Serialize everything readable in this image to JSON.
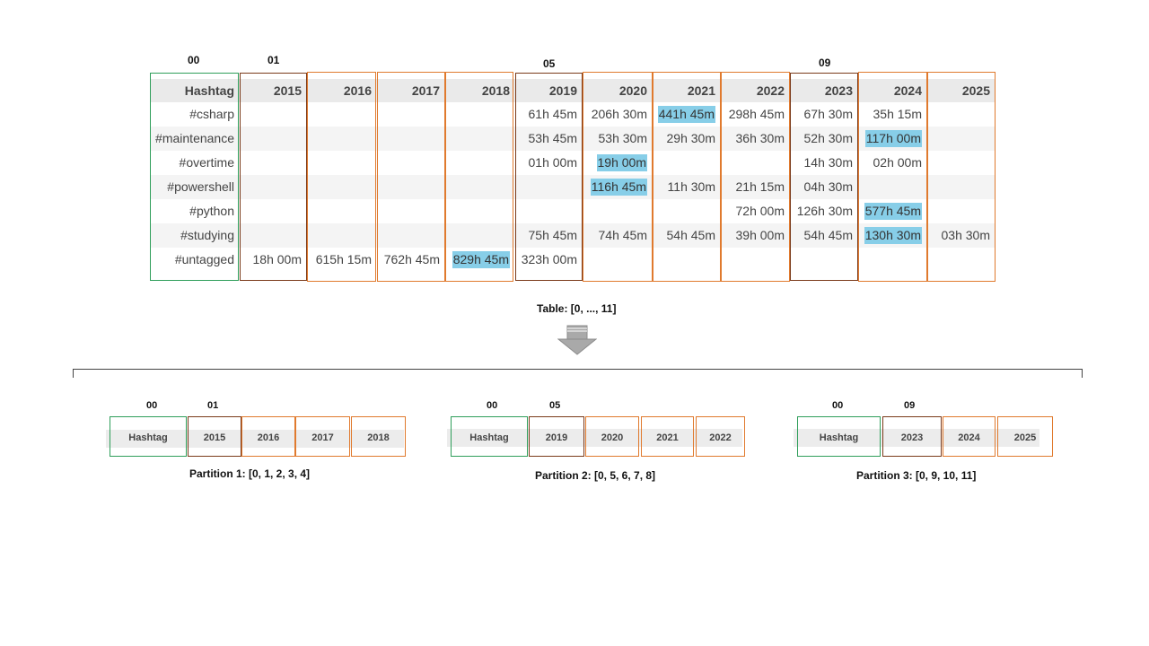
{
  "table": {
    "headers": [
      "Hashtag",
      "2015",
      "2016",
      "2017",
      "2018",
      "2019",
      "2020",
      "2021",
      "2022",
      "2023",
      "2024",
      "2025"
    ],
    "rows": [
      [
        "#csharp",
        "",
        "",
        "",
        "",
        "61h 45m",
        "206h 30m",
        "441h 45m",
        "298h 45m",
        "67h 30m",
        "35h 15m",
        ""
      ],
      [
        "#maintenance",
        "",
        "",
        "",
        "",
        "53h 45m",
        "53h 30m",
        "29h 30m",
        "36h 30m",
        "52h 30m",
        "117h 00m",
        ""
      ],
      [
        "#overtime",
        "",
        "",
        "",
        "",
        "01h 00m",
        "19h 00m",
        "",
        "",
        "14h 30m",
        "02h 00m",
        ""
      ],
      [
        "#powershell",
        "",
        "",
        "",
        "",
        "",
        "116h 45m",
        "11h 30m",
        "21h 15m",
        "04h 30m",
        "",
        ""
      ],
      [
        "#python",
        "",
        "",
        "",
        "",
        "",
        "",
        "",
        "72h 00m",
        "126h 30m",
        "577h 45m",
        ""
      ],
      [
        "#studying",
        "",
        "",
        "",
        "",
        "75h 45m",
        "74h 45m",
        "54h 45m",
        "39h 00m",
        "54h 45m",
        "130h 30m",
        "03h 30m"
      ],
      [
        "#untagged",
        "18h 00m",
        "615h 15m",
        "762h 45m",
        "829h 45m",
        "323h 00m",
        "",
        "",
        "",
        "",
        "",
        ""
      ]
    ],
    "highlighted": [
      [
        0,
        7
      ],
      [
        1,
        10
      ],
      [
        2,
        6
      ],
      [
        3,
        6
      ],
      [
        4,
        10
      ],
      [
        5,
        10
      ],
      [
        6,
        4
      ]
    ],
    "index_labels": [
      "00",
      "01",
      "05",
      "09"
    ],
    "caption": "Table: [0, ..., 11]"
  },
  "partitions": [
    {
      "index_labels": [
        "00",
        "01"
      ],
      "headers": [
        "Hashtag",
        "2015",
        "2016",
        "2017",
        "2018"
      ],
      "caption": "Partition 1: [0, 1, 2, 3, 4]"
    },
    {
      "index_labels": [
        "00",
        "05"
      ],
      "headers": [
        "Hashtag",
        "2019",
        "2020",
        "2021",
        "2022"
      ],
      "caption": "Partition 2: [0, 5, 6, 7, 8]"
    },
    {
      "index_labels": [
        "00",
        "09"
      ],
      "headers": [
        "Hashtag",
        "2023",
        "2024",
        "2025"
      ],
      "caption": "Partition 3: [0, 9, 10, 11]"
    }
  ],
  "colors": {
    "highlight": "#87cee8",
    "key_column_border": "#2f9e5a",
    "partition_start_border": "#7a3a1a",
    "column_border": "#e07a2e"
  },
  "icons": {
    "arrow": "down-arrow-icon"
  }
}
